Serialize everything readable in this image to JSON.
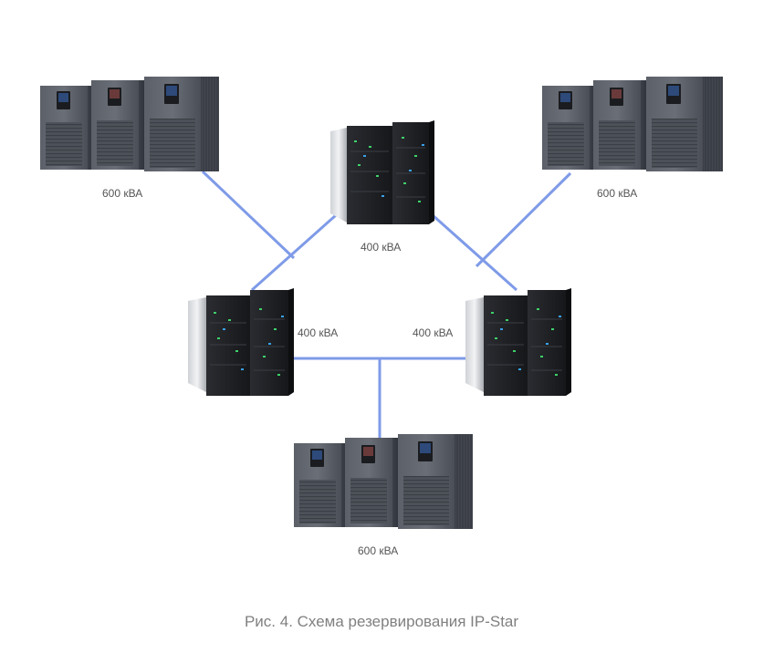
{
  "diagram": {
    "caption": "Рис. 4. Схема резервирования IP-Star",
    "units": [
      {
        "id": "ups-top-left",
        "type": "ups-array",
        "label": "600 кВА"
      },
      {
        "id": "ups-top-right",
        "type": "ups-array",
        "label": "600 кВА"
      },
      {
        "id": "ups-bottom",
        "type": "ups-array",
        "label": "600 кВА"
      },
      {
        "id": "rack-top",
        "type": "server-rack",
        "label": "400 кВА"
      },
      {
        "id": "rack-left",
        "type": "server-rack",
        "label": "400 кВА"
      },
      {
        "id": "rack-right",
        "type": "server-rack",
        "label": "400 кВА"
      }
    ],
    "connections": [
      [
        "ups-top-left",
        "rack-left"
      ],
      [
        "rack-top",
        "rack-left"
      ],
      [
        "rack-top",
        "rack-right"
      ],
      [
        "ups-top-right",
        "rack-right"
      ],
      [
        "rack-left",
        "rack-right"
      ],
      [
        "ups-bottom",
        "rack-left-right-link"
      ]
    ],
    "colors": {
      "link": "#7f9be8",
      "ups_body": "#50545d",
      "rack_body": "#1c1e22",
      "led_green": "#3ed16a",
      "led_blue": "#3aa0e8"
    }
  }
}
